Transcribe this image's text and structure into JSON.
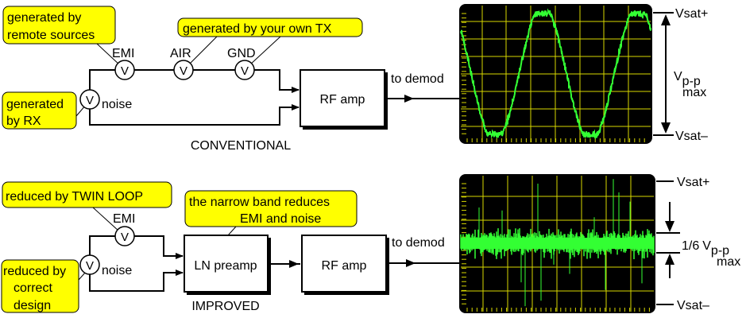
{
  "conventional": {
    "title": "CONVENTIONAL",
    "callouts": {
      "remote": [
        "generated by",
        "remote sources"
      ],
      "own_tx": "generated by your own TX",
      "rx": [
        "generated",
        "by RX"
      ]
    },
    "meters": {
      "emi": "EMI",
      "air": "AIR",
      "gnd": "GND",
      "noise": "noise",
      "symbol": "V"
    },
    "block": "RF amp",
    "output": "to demod",
    "scope": {
      "top_label": "Vsat+",
      "bottom_label": "Vsat–",
      "span_label_main": "V",
      "span_label_sub": "p-p",
      "span_label_line2": "max",
      "signal": "noisy sine, 2 cycles, clipped at saturation"
    }
  },
  "improved": {
    "title": "IMPROVED",
    "callouts": {
      "twin_loop": "reduced by TWIN LOOP",
      "narrow_band": [
        "the narrow band reduces",
        "EMI and  noise"
      ],
      "design": [
        "reduced by",
        "correct",
        "design"
      ]
    },
    "meters": {
      "emi": "EMI",
      "noise": "noise",
      "symbol": "V"
    },
    "preamp": "LN preamp",
    "block": "RF amp",
    "output": "to demod",
    "scope": {
      "top_label": "Vsat+",
      "bottom_label": "Vsat–",
      "fraction_label": "1/6",
      "span_label_main": "V",
      "span_label_sub": "p-p",
      "span_label_line2": "max",
      "signal": "low-level noise band with sparse spikes"
    }
  },
  "colors": {
    "callout": "#ffff00",
    "scope_bg": "#000000",
    "grid": "#d8d800",
    "trace": "#33ff33"
  }
}
